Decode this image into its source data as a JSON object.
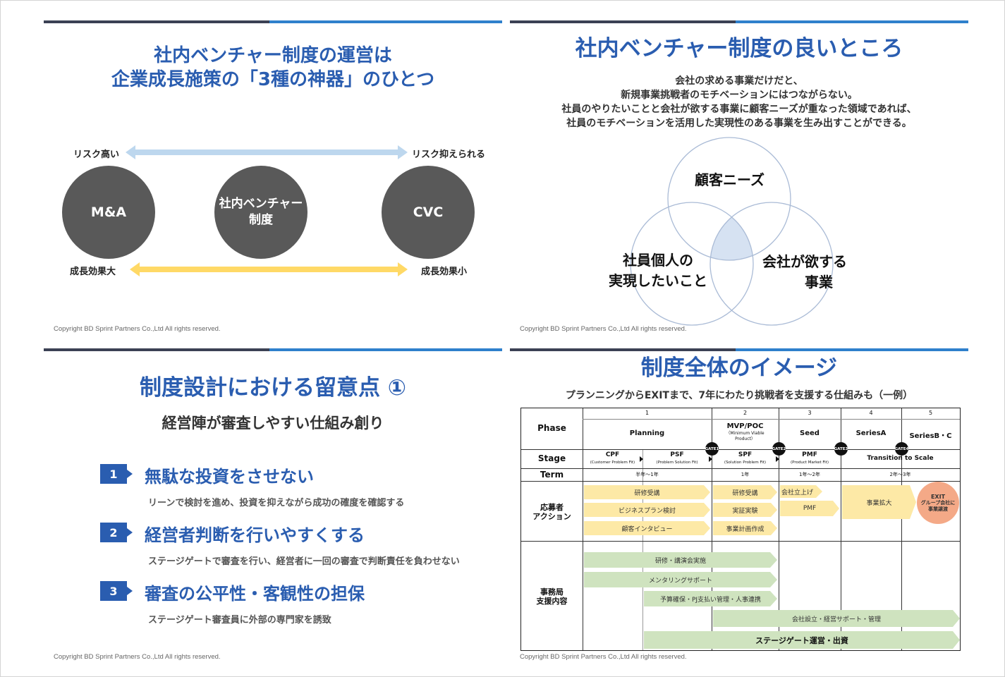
{
  "copyright": "Copyright BD Sprint Partners Co.,Ltd   All rights reserved.",
  "colors": {
    "dark_bar": "#3b4154",
    "blue_bar": "#2f80cc",
    "title_blue": "#2a5db0",
    "circle_gray": "#595959",
    "arrow_blue": "#bdd7ee",
    "arrow_yellow": "#ffd966"
  },
  "slide1": {
    "title_line1": "社内ベンチャー制度の運営は",
    "title_line2": "企業成長施策の「3種の神器」のひとつ",
    "risk_high": "リスク高い",
    "risk_low": "リスク抑えられる",
    "growth_big": "成長効果大",
    "growth_small": "成長効果小",
    "circle_ma": "M&A",
    "circle_venture_line1": "社内ベンチャー",
    "circle_venture_line2": "制度",
    "circle_cvc": "CVC"
  },
  "slide2": {
    "title": "社内ベンチャー制度の良いところ",
    "sub": [
      "会社の求める事業だけだと、",
      "新規事業挑戦者のモチベーションにはつながらない。",
      "社員のやりたいことと会社が欲する事業に顧客ニーズが重なった領域であれば、",
      "社員のモチベーションを活用した実現性のある事業を生み出すことができる。"
    ],
    "venn_top": "顧客ニーズ",
    "venn_left_line1": "社員個人の",
    "venn_left_line2": "実現したいこと",
    "venn_right_line1": "会社が欲する",
    "venn_right_line2": "事業"
  },
  "slide3": {
    "title": "制度設計における留意点 ①",
    "subtitle": "経営陣が審査しやすい仕組み創り",
    "points": [
      {
        "num": "1",
        "heading": "無駄な投資をさせない",
        "desc": "リーンで検討を進め、投資を抑えながら成功の確度を確認する"
      },
      {
        "num": "2",
        "heading": "経営者判断を行いやすくする",
        "desc": "ステージゲートで審査を行い、経営者に一回の審査で判断責任を負わせない"
      },
      {
        "num": "3",
        "heading": "審査の公平性・客観性の担保",
        "desc": "ステージゲート審査員に外部の専門家を誘致"
      }
    ]
  },
  "slide4": {
    "title": "制度全体のイメージ",
    "subtitle": "プランニングからEXITまで、7年にわたり挑戦者を支援する仕組みも（一例）",
    "row_labels": {
      "phase": "Phase",
      "stage": "Stage",
      "term": "Term",
      "applicant_line1": "応募者",
      "applicant_line2": "アクション",
      "office_line1": "事務局",
      "office_line2": "支援内容"
    },
    "phase_nums": [
      "1",
      "2",
      "3",
      "4",
      "5"
    ],
    "phases": [
      "Planning",
      "MVP/POC",
      "Seed",
      "SeriesA",
      "SeriesB・C"
    ],
    "phase2_note_line1": "（Minimum Viable",
    "phase2_note_line2": "Product）",
    "stages": [
      {
        "name": "CPF",
        "note": "(Customer Problem Fit)"
      },
      {
        "name": "PSF",
        "note": "(Problem Solution Fit)"
      },
      {
        "name": "SPF",
        "note": "(Solution Problem Fit)"
      },
      {
        "name": "PMF",
        "note": "(Product Market Fit)"
      },
      {
        "name": "Transition to Scale",
        "note": ""
      }
    ],
    "terms": [
      "半年〜1年",
      "1年",
      "1年〜2年",
      "2年〜3年"
    ],
    "gates": [
      "GATE1",
      "GATE2",
      "GATE3",
      "GATE4"
    ],
    "actions": {
      "p1": [
        "研修受講",
        "ビジネスプラン検討",
        "顧客インタビュー"
      ],
      "p2": [
        "研修受講",
        "実証実験",
        "事業計画作成"
      ],
      "p3": [
        "会社立上げ",
        "PMF"
      ],
      "p4": [
        "事業拡大"
      ],
      "exit_line1": "EXIT",
      "exit_line2": "グループ会社に",
      "exit_line3": "事業譲渡"
    },
    "support": [
      "研修・講演会実施",
      "メンタリングサポート",
      "予算確保・PJ支払い管理・人事連携",
      "会社設立・経営サポート・管理",
      "ステージゲート運営・出資"
    ]
  }
}
